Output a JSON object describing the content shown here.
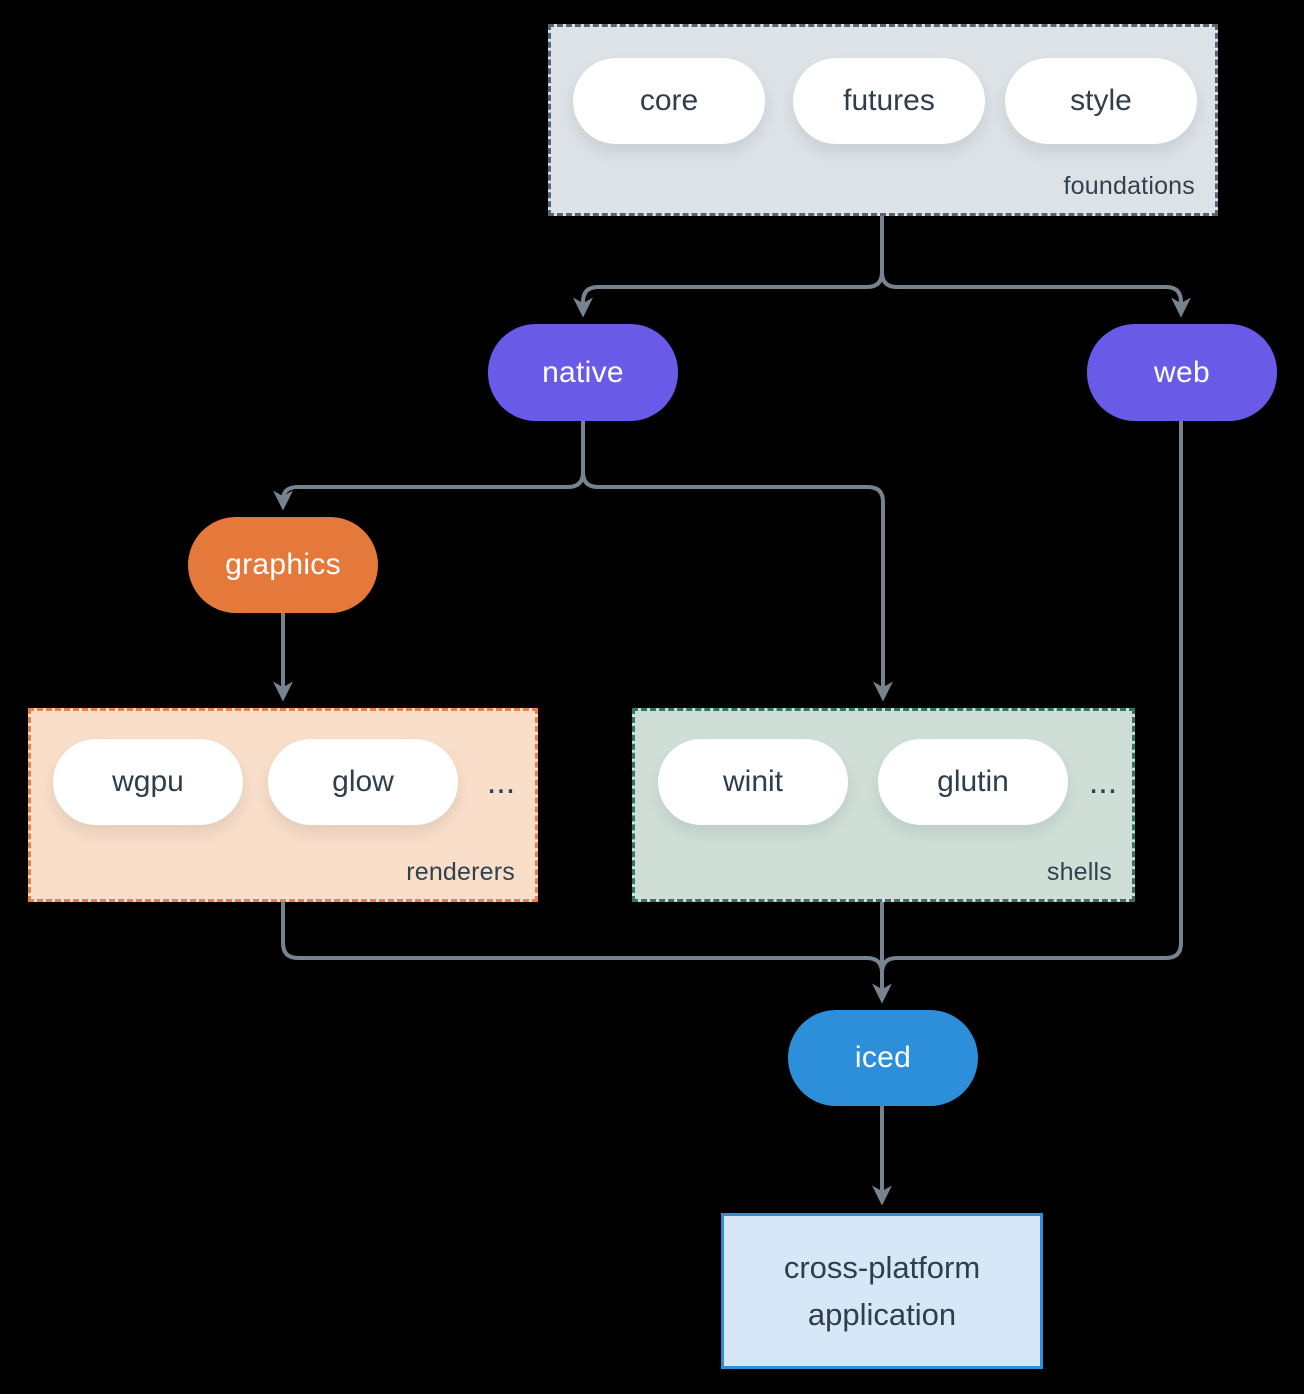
{
  "groups": {
    "foundations": {
      "label": "foundations",
      "items": [
        "core",
        "futures",
        "style"
      ],
      "fill": "#dce2e6",
      "border": "#566573"
    },
    "renderers": {
      "label": "renderers",
      "items": [
        "wgpu",
        "glow"
      ],
      "ellipsis": "...",
      "fill": "#f9dec9",
      "border": "#e8824a"
    },
    "shells": {
      "label": "shells",
      "items": [
        "winit",
        "glutin"
      ],
      "ellipsis": "...",
      "fill": "#cfdfd8",
      "border": "#2f7568"
    }
  },
  "nodes": {
    "native": {
      "label": "native",
      "color": "#6a5ae8"
    },
    "web": {
      "label": "web",
      "color": "#6a5ae8"
    },
    "graphics": {
      "label": "graphics",
      "color": "#e5793b"
    },
    "iced": {
      "label": "iced",
      "color": "#2d8ed9"
    },
    "application": {
      "label": "cross-platform application",
      "fill": "#d6e7f8",
      "border": "#2d8ed9"
    }
  },
  "colors": {
    "background": "#000000",
    "arrow": "#77838f",
    "pill_text": "#2f3d4c",
    "node_text": "#ffffff"
  }
}
